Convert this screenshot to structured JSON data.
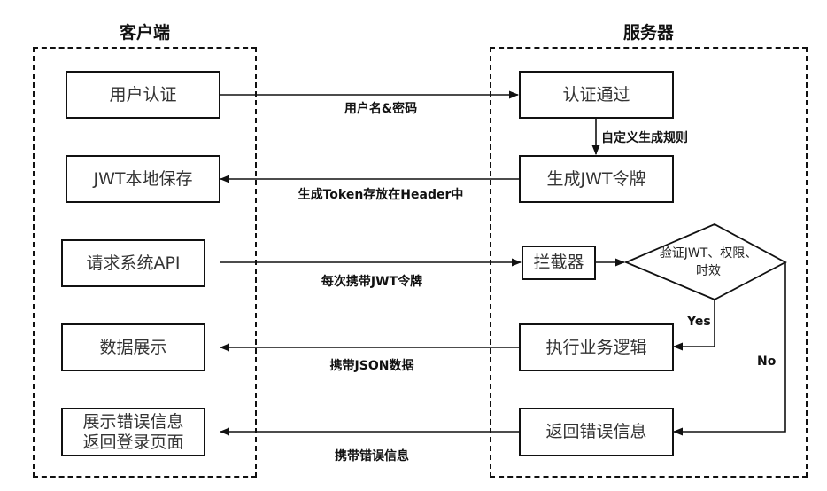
{
  "columns": {
    "client": {
      "title": "客户端"
    },
    "server": {
      "title": "服务器"
    }
  },
  "client_nodes": [
    {
      "id": "user-auth",
      "label": "用户认证"
    },
    {
      "id": "jwt-local-save",
      "label": "JWT本地保存"
    },
    {
      "id": "request-api",
      "label": "请求系统API"
    },
    {
      "id": "data-display",
      "label": "数据展示"
    },
    {
      "id": "show-error",
      "label_line1": "展示错误信息",
      "label_line2": "返回登录页面"
    }
  ],
  "server_nodes": [
    {
      "id": "auth-passed",
      "label": "认证通过"
    },
    {
      "id": "generate-jwt",
      "label": "生成JWT令牌"
    },
    {
      "id": "interceptor",
      "label": "拦截器"
    },
    {
      "id": "execute-logic",
      "label": "执行业务逻辑"
    },
    {
      "id": "return-error",
      "label": "返回错误信息"
    }
  ],
  "decision": {
    "line1": "验证JWT、权限、",
    "line2": "时效",
    "yes_label": "Yes",
    "no_label": "No"
  },
  "edges": [
    {
      "from": "user-auth",
      "to": "auth-passed",
      "label": "用户名&密码"
    },
    {
      "from": "auth-passed",
      "to": "generate-jwt",
      "label": "自定义生成规则"
    },
    {
      "from": "generate-jwt",
      "to": "jwt-local-save",
      "label": "生成Token存放在Header中"
    },
    {
      "from": "request-api",
      "to": "interceptor",
      "label": "每次携带JWT令牌"
    },
    {
      "from": "interceptor",
      "to": "decision",
      "label": ""
    },
    {
      "from": "decision",
      "to": "execute-logic",
      "label": "Yes"
    },
    {
      "from": "decision",
      "to": "return-error",
      "label": "No"
    },
    {
      "from": "execute-logic",
      "to": "data-display",
      "label": "携带JSON数据"
    },
    {
      "from": "return-error",
      "to": "show-error",
      "label": "携带错误信息"
    }
  ],
  "colors": {
    "line": "#111111",
    "text": "#222222",
    "background": "#ffffff"
  }
}
